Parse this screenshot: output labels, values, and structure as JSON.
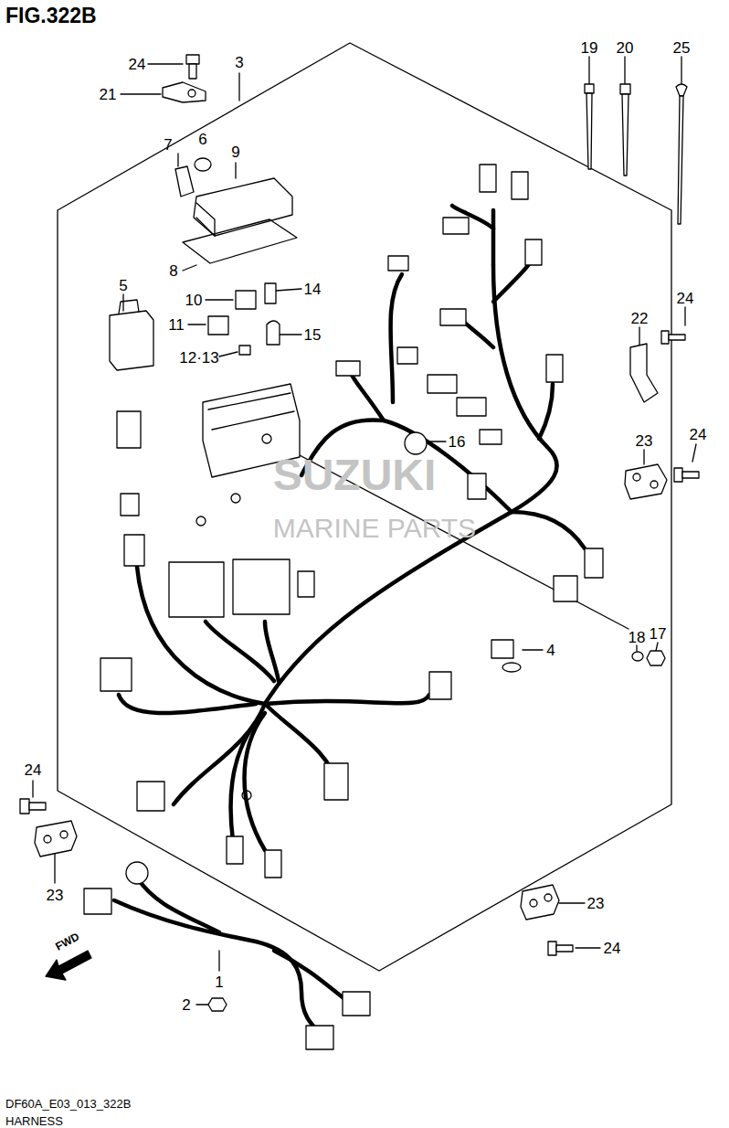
{
  "diagram": {
    "title": "FIG.322B",
    "labels": [
      "24",
      "21",
      "3",
      "6",
      "7",
      "9",
      "8",
      "5",
      "10",
      "14",
      "11",
      "15",
      "12·13",
      "16",
      "19",
      "20",
      "25",
      "22",
      "24",
      "23",
      "24",
      "18",
      "17",
      "4",
      "24",
      "23",
      "23",
      "24",
      "1",
      "2",
      "FWD",
      "SUZUKI",
      "MARINE PARTS",
      "DF60A_E03_013_322B",
      "HARNESS"
    ]
  }
}
